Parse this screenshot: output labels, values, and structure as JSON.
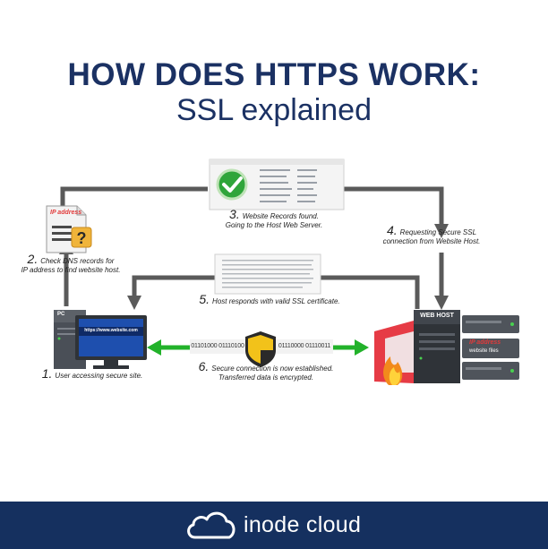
{
  "header": {
    "title": "HOW DOES HTTPS WORK:",
    "subtitle": "SSL explained"
  },
  "steps": [
    {
      "num": "1.",
      "text": "User accessing secure site."
    },
    {
      "num": "2.",
      "text_line1": "Check DNS records for",
      "text_line2": "IP address to find website host."
    },
    {
      "num": "3.",
      "text_line1": "Website Records found.",
      "text_line2": "Going to the  Host Web Server."
    },
    {
      "num": "4.",
      "text_line1": "Requesting Secure SSL",
      "text_line2": "connection from Website Host."
    },
    {
      "num": "5.",
      "text": "Host responds with valid SSL certificate."
    },
    {
      "num": "6.",
      "text_line1": "Secure connection is now established.",
      "text_line2": "Transferred data is encrypted."
    }
  ],
  "labels": {
    "ip_doc": "IP address",
    "pc": "PC",
    "url": "https://www.website.com",
    "web_host": "WEB HOST",
    "ip_server": "IP address",
    "website_files": "website files",
    "binary_left": "01101000 01110100",
    "binary_right": "01110000 01110011"
  },
  "footer": {
    "brand": "inode cloud"
  },
  "colors": {
    "navy": "#1b3163",
    "footer": "#15305f",
    "arrow_gray": "#5a5a5a",
    "arrow_green": "#22b22a",
    "ip_red": "#e23a3a"
  },
  "icons": {
    "check": "check-icon",
    "question": "question-icon",
    "shield": "shield-icon",
    "cloud": "cloud-icon",
    "fire": "fire-icon"
  }
}
